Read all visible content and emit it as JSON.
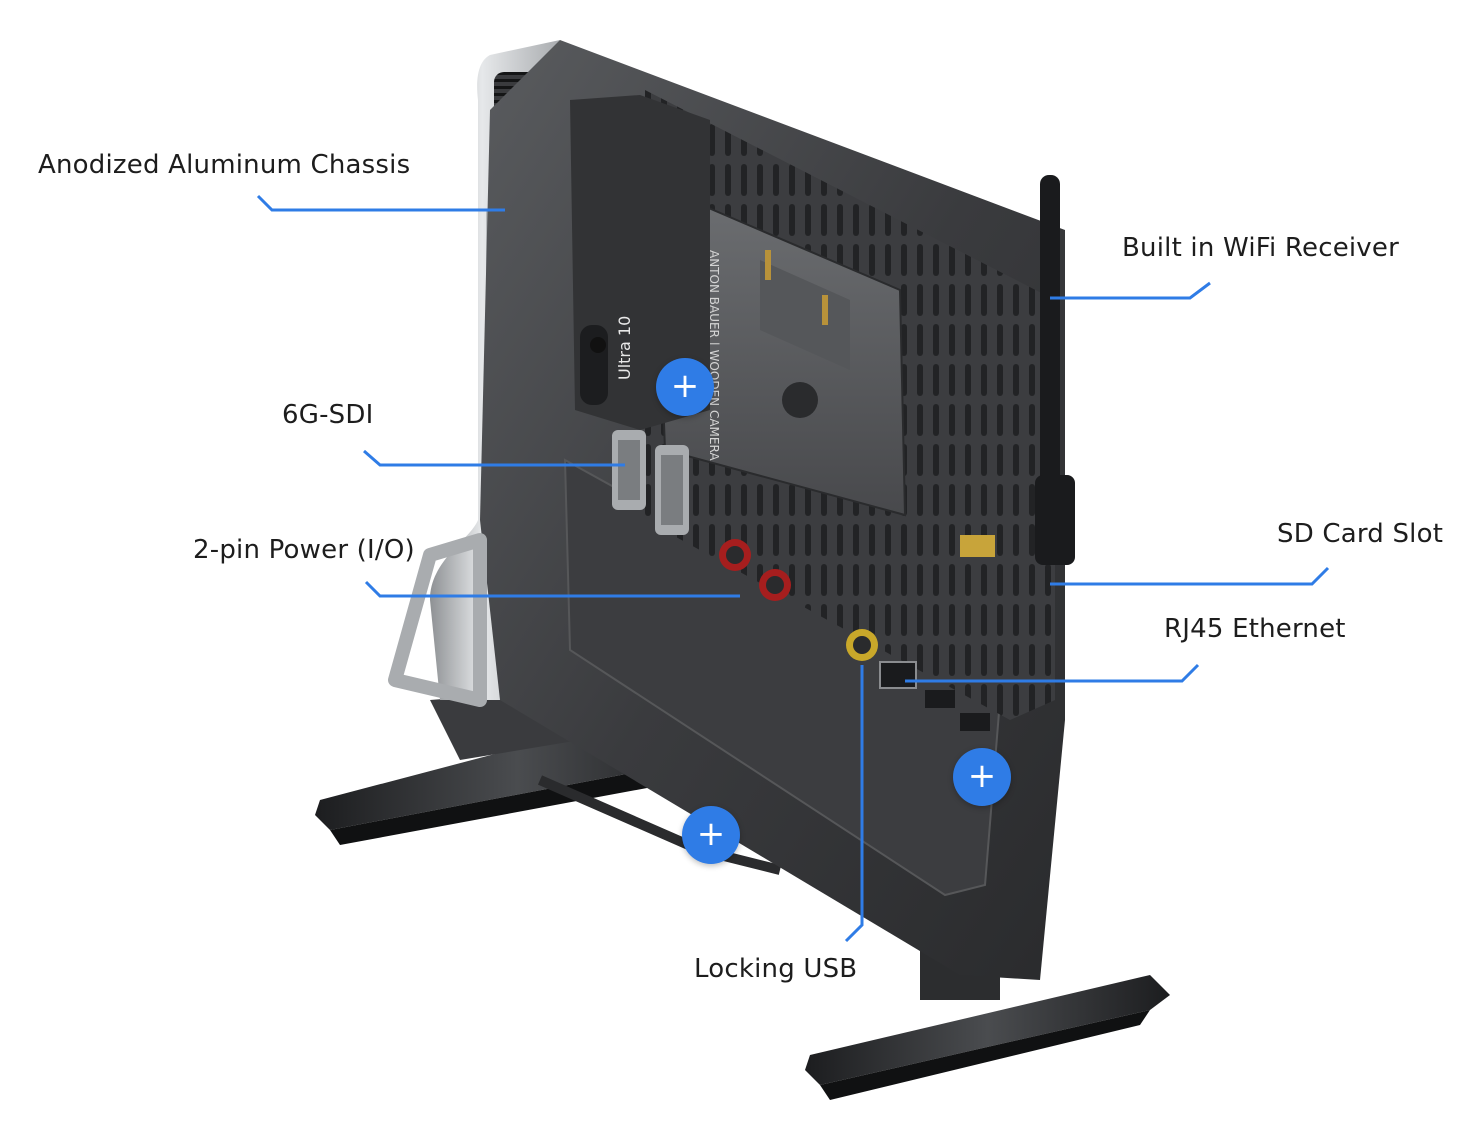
{
  "callouts": {
    "anodized_chassis": "Anodized Aluminum Chassis",
    "wifi_receiver": "Built in WiFi Receiver",
    "sdi": "6G-SDI",
    "power": "2-pin Power (I/O)",
    "sd_card": "SD Card Slot",
    "ethernet": "RJ45 Ethernet",
    "locking_usb": "Locking USB"
  },
  "device": {
    "model_text": "Ultra 10",
    "brand_text_1": "ANTON BAUER",
    "brand_text_2": "WOODEN CAMERA"
  },
  "hotspots": [
    "+",
    "+",
    "+"
  ],
  "colors": {
    "callout_line": "#2f7ce6",
    "hotspot": "#2f7ce6",
    "label_text": "#1d1d1d",
    "body_dark": "#3a3b3d",
    "body_silver": "#c9cbcd"
  }
}
